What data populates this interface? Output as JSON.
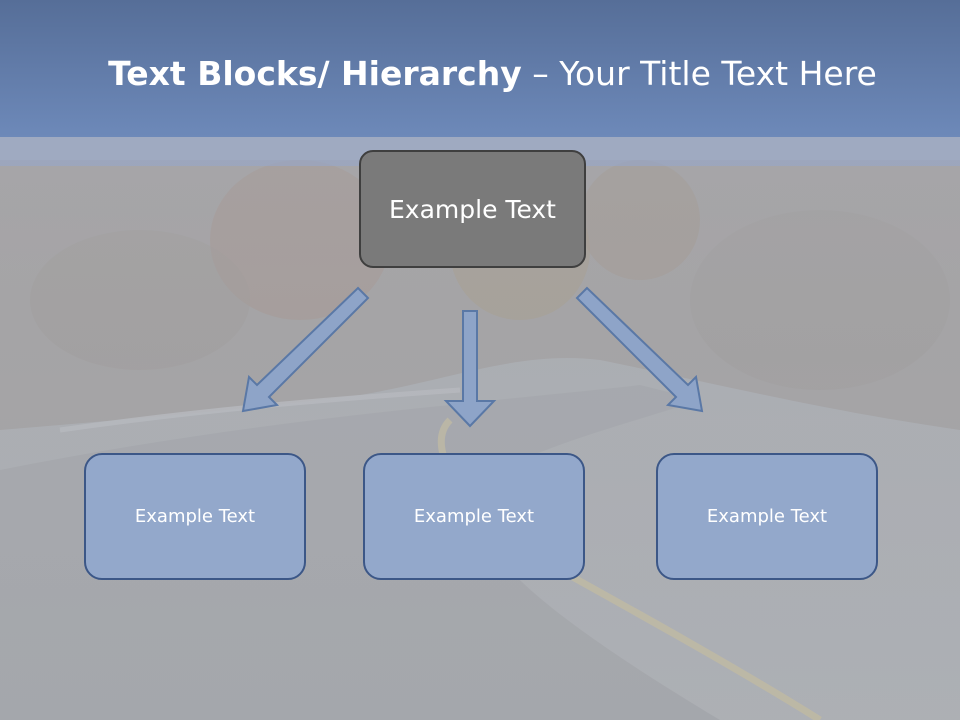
{
  "title": {
    "bold": "Text Blocks/ Hierarchy",
    "rest": " – Your Title Text Here"
  },
  "top_box": {
    "label": "Example Text"
  },
  "children": [
    {
      "label": "Example Text"
    },
    {
      "label": "Example Text"
    },
    {
      "label": "Example Text"
    }
  ],
  "colors": {
    "title_bar": "#6d89b9",
    "top_box_fill": "#7a7a7a",
    "child_box_fill": "#93a8cb",
    "child_box_border": "#3c5787",
    "arrow_fill": "#8ea4c8",
    "arrow_stroke": "#5a78a6"
  }
}
